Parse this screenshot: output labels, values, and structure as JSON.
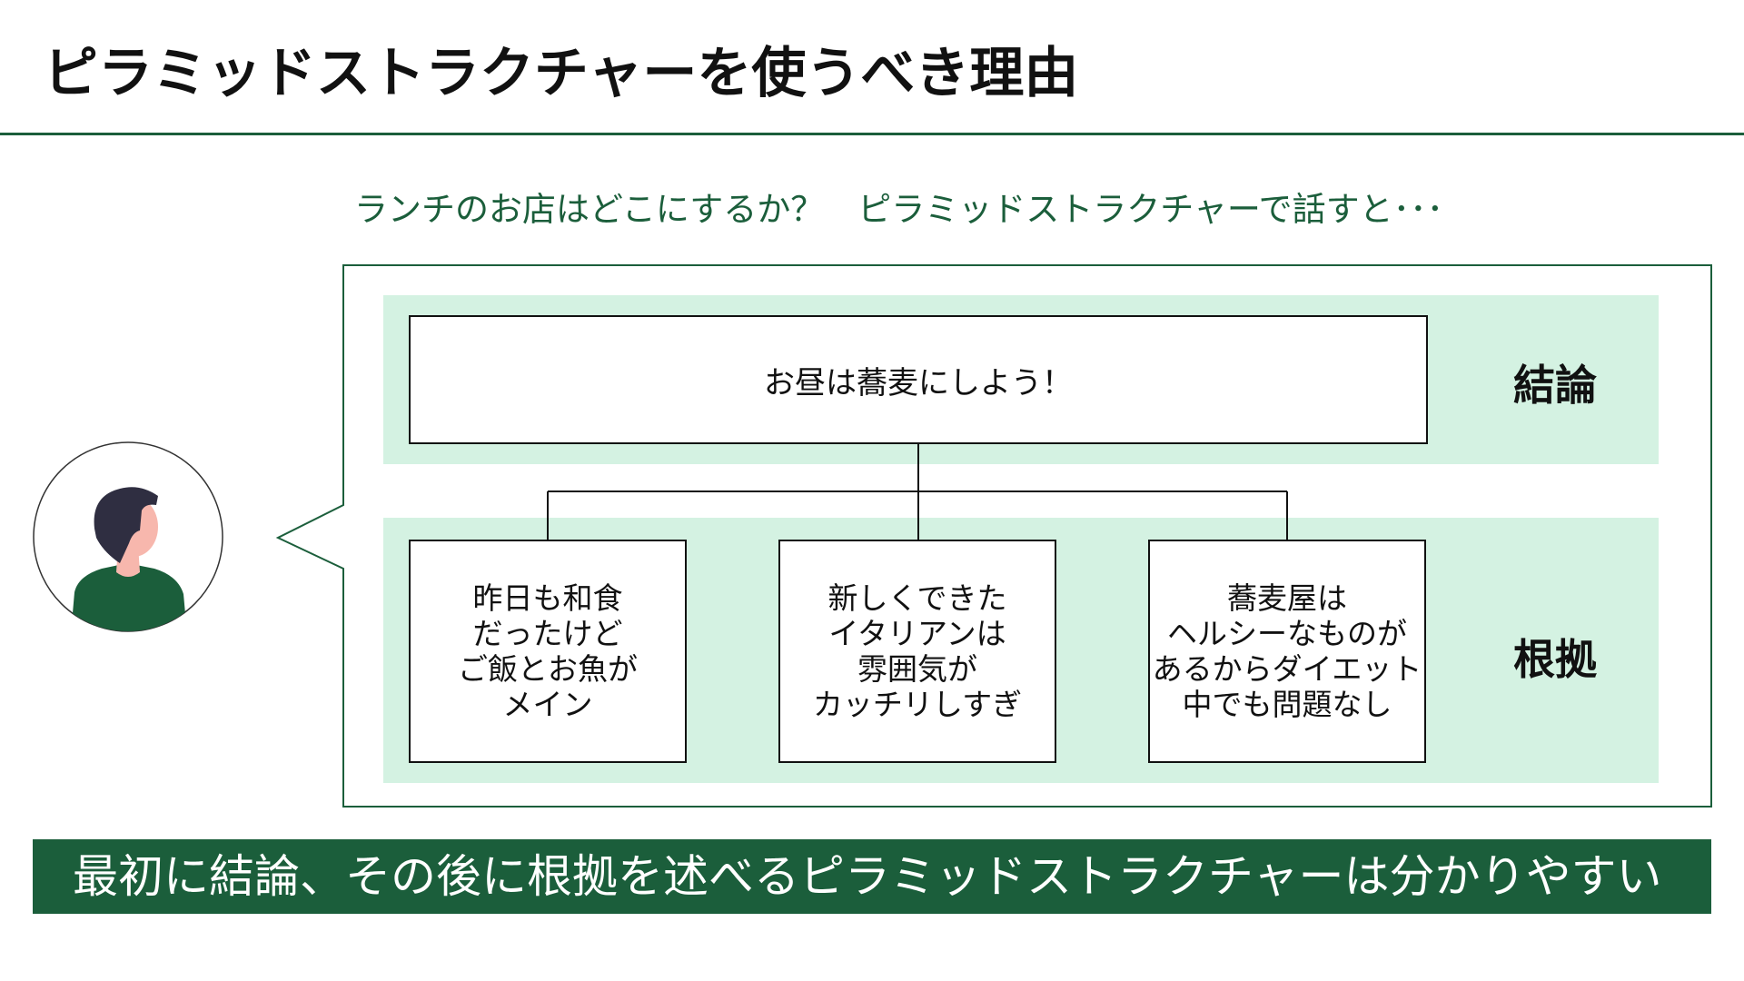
{
  "slide": {
    "title": "ピラミッドストラクチャーを使うべき理由",
    "question": "ランチのお店はどこにするか？　ピラミッドストラクチャーで話すと･･･",
    "accent_color": "#1b5e3b",
    "band_color": "#d4f2e2"
  },
  "pyramid": {
    "conclusion": "お昼は蕎麦にしよう！",
    "conclusion_label": "結論",
    "reasons_label": "根拠",
    "reasons": [
      "昨日も和食\nだったけど\nご飯とお魚が\nメイン",
      "新しくできた\nイタリアンは\n雰囲気が\nカッチリしすぎ",
      "蕎麦屋は\nヘルシーなものが\nあるからダイエット\n中でも問題なし"
    ]
  },
  "speaker": {
    "icon": "person-avatar-icon"
  },
  "footer": {
    "message": "最初に結論、その後に根拠を述べるピラミッドストラクチャーは分かりやすい"
  }
}
